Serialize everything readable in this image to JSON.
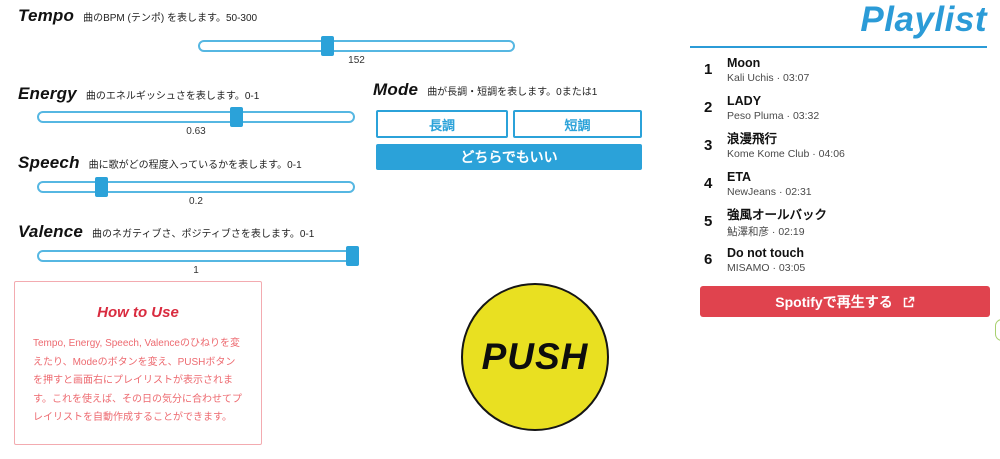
{
  "sliders": [
    {
      "id": "tempo",
      "label": "Tempo",
      "description": "曲のBPM (テンポ) を表します。50-300",
      "value": "152",
      "percent": 41,
      "range": "50-300"
    },
    {
      "id": "energy",
      "label": "Energy",
      "description": "曲のエネルギッシュさを表します。0-1",
      "value": "0.63",
      "percent": 63,
      "range": "0-1"
    },
    {
      "id": "speech",
      "label": "Speech",
      "description": "曲に歌がどの程度入っているかを表します。0-1",
      "value": "0.2",
      "percent": 20,
      "range": "0-1"
    },
    {
      "id": "valence",
      "label": "Valence",
      "description": "曲のネガティブさ、ポジティブさを表します。0-1",
      "value": "1",
      "percent": 100,
      "range": "0-1"
    }
  ],
  "mode": {
    "label": "Mode",
    "description": "曲が長調・短調を表します。0または1",
    "major_label": "長調",
    "minor_label": "短調",
    "either_label": "どちらでもいい"
  },
  "how_to_use": {
    "title": "How to Use",
    "body": "Tempo, Energy, Speech, Valenceのひねりを変えたり、Modeのボタンを変え、PUSHボタンを押すと画面右にプレイリストが表示されます。これを使えば、その日の気分に合わせてプレイリストを自動作成することができます。"
  },
  "push": {
    "label": "PUSH"
  },
  "playlist": {
    "title": "Playlist",
    "tracks": [
      {
        "number": "1",
        "title": "Moon",
        "artist": "Kali Uchis",
        "duration": "03:07",
        "subtitle": "Kali Uchis · 03:07"
      },
      {
        "number": "2",
        "title": "LADY",
        "artist": "Peso Pluma",
        "duration": "03:32",
        "subtitle": "Peso Pluma · 03:32"
      },
      {
        "number": "3",
        "title": "浪漫飛行",
        "artist": "Kome Kome Club",
        "duration": "04:06",
        "subtitle": "Kome Kome Club · 04:06"
      },
      {
        "number": "4",
        "title": "ETA",
        "artist": "NewJeans",
        "duration": "02:31",
        "subtitle": "NewJeans · 02:31"
      },
      {
        "number": "5",
        "title": "強風オールバック",
        "artist": "鮎澤和彦",
        "duration": "02:19",
        "subtitle": "鮎澤和彦 · 02:19"
      },
      {
        "number": "6",
        "title": "Do not touch",
        "artist": "MISAMO",
        "duration": "03:05",
        "subtitle": "MISAMO · 03:05"
      }
    ],
    "spotify_label": "Spotifyで再生する"
  },
  "colors": {
    "accent_blue": "#2ba2d9",
    "playlist_title_blue": "#2b9bd7",
    "spotify_red": "#e0434e",
    "push_yellow": "#e9e021",
    "howto_red": "#d92b3f",
    "edge_widget_green": "#a8d06f"
  }
}
